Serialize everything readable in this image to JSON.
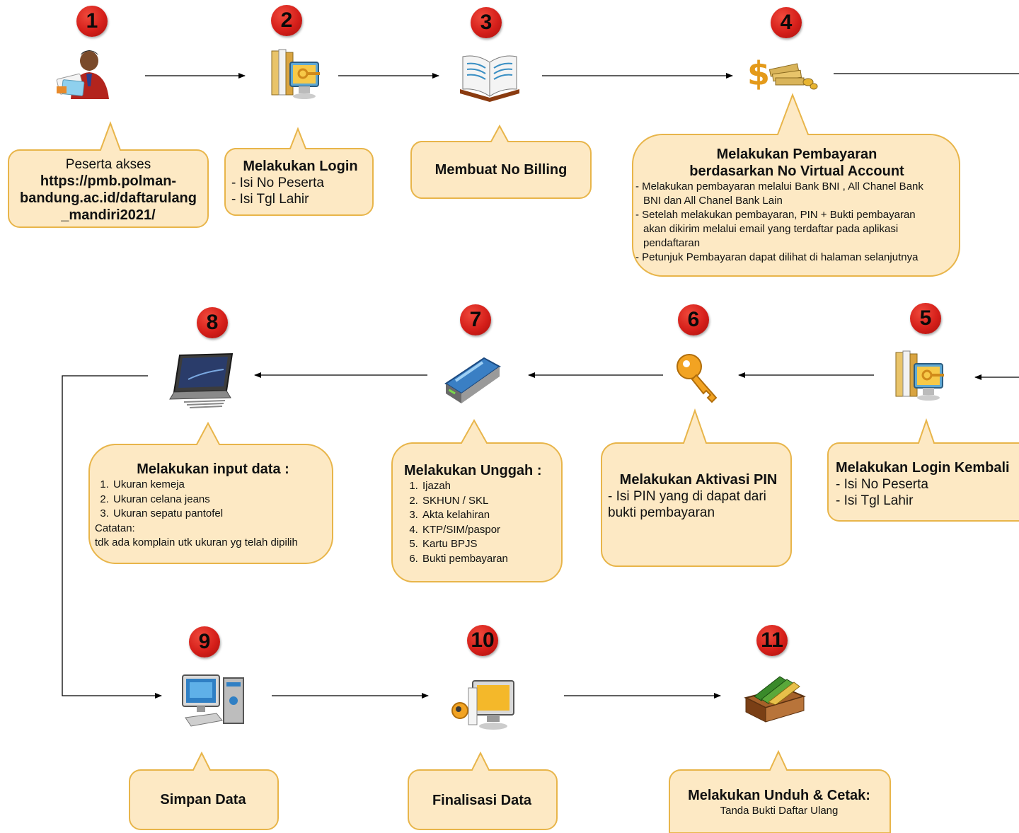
{
  "steps": {
    "s1": {
      "number": "1",
      "lines": [
        "Peserta akses",
        "https://pmb.polman-",
        "bandung.ac.id/daftarulang",
        "_mandiri2021/"
      ],
      "icon": "person-documents-icon"
    },
    "s2": {
      "number": "2",
      "title": "Melakukan Login",
      "items": [
        "- Isi No Peserta",
        "- Isi Tgl Lahir"
      ],
      "icon": "books-key-monitor-icon"
    },
    "s3": {
      "number": "3",
      "title": "Membuat No Billing",
      "icon": "open-book-icon"
    },
    "s4": {
      "number": "4",
      "title_line1": "Melakukan Pembayaran",
      "title_line2": "berdasarkan No Virtual Account",
      "items": [
        "- Melakukan pembayaran melalui Bank BNI , All Chanel Bank",
        "BNI dan All Chanel Bank Lain",
        "- Setelah melakukan pembayaran, PIN + Bukti pembayaran",
        "akan dikirim melalui email yang terdaftar pada aplikasi",
        "pendaftaran",
        "- Petunjuk Pembayaran dapat dilihat di halaman selanjutnya"
      ],
      "icon": "money-coins-icon"
    },
    "s5": {
      "number": "5",
      "title": "Melakukan Login Kembali",
      "items": [
        "- Isi No Peserta",
        "- Isi Tgl Lahir"
      ],
      "icon": "books-key-monitor-icon"
    },
    "s6": {
      "number": "6",
      "title": "Melakukan Aktivasi PIN",
      "line1": "- Isi PIN yang di dapat dari",
      "line2": "bukti pembayaran",
      "icon": "key-icon"
    },
    "s7": {
      "number": "7",
      "title": "Melakukan Unggah :",
      "items": [
        "Ijazah",
        "SKHUN / SKL",
        "Akta kelahiran",
        "KTP/SIM/paspor",
        "Kartu BPJS",
        "Bukti pembayaran"
      ],
      "icon": "scanner-icon"
    },
    "s8": {
      "number": "8",
      "title": "Melakukan input data :",
      "items": [
        "Ukuran kemeja",
        "Ukuran celana jeans",
        "Ukuran sepatu pantofel"
      ],
      "note_label": "Catatan:",
      "note": "tdk ada komplain utk ukuran yg telah dipilih",
      "icon": "laptop-icon"
    },
    "s9": {
      "number": "9",
      "title": "Simpan Data",
      "icon": "desktop-computer-icon"
    },
    "s10": {
      "number": "10",
      "title": "Finalisasi Data",
      "icon": "monitor-key-icon"
    },
    "s11": {
      "number": "11",
      "title": "Melakukan Unduh & Cetak:",
      "subtitle": "Tanda Bukti Daftar Ulang",
      "icon": "file-box-icon"
    }
  },
  "colors": {
    "badge": "#d51f1a",
    "callout_fill": "#fde9c4",
    "callout_border": "#e8b54a",
    "arrow": "#000000"
  }
}
